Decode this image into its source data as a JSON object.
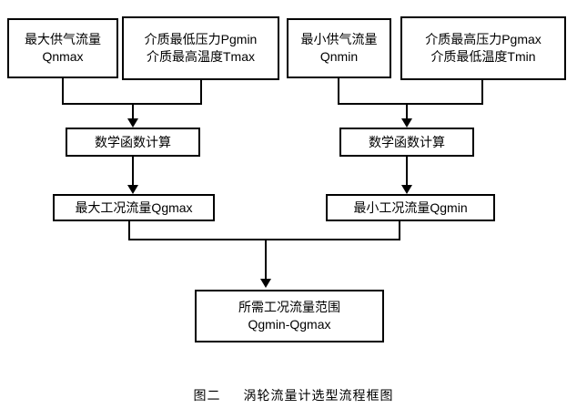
{
  "figure": {
    "caption_label": "图二",
    "caption_title": "涡轮流量计选型流程框图",
    "type": "flowchart",
    "accent_color": "#000000",
    "background_color": "#ffffff"
  },
  "nodes": {
    "qnmax": {
      "line1": "最大供气流量",
      "line2": "Qnmax"
    },
    "pgmin": {
      "line1": "介质最低压力Pgmin",
      "line2": "介质最高温度Tmax"
    },
    "qnmin": {
      "line1": "最小供气流量",
      "line2": "Qnmin"
    },
    "pgmax": {
      "line1": "介质最高压力Pgmax",
      "line2": "介质最低温度Tmin"
    },
    "calc_left": {
      "line1": "数学函数计算"
    },
    "calc_right": {
      "line1": "数学函数计算"
    },
    "qgmax": {
      "line1": "最大工况流量Qgmax"
    },
    "qgmin": {
      "line1": "最小工况流量Qgmin"
    },
    "range": {
      "line1": "所需工况流量范围",
      "line2": "Qgmin-Qgmax"
    }
  },
  "flow": {
    "edges": [
      {
        "from": "qnmax",
        "to": "calc_left",
        "style": "elbow-merge"
      },
      {
        "from": "pgmin",
        "to": "calc_left",
        "style": "straight-merge"
      },
      {
        "from": "qnmin",
        "to": "calc_right",
        "style": "elbow-merge"
      },
      {
        "from": "pgmax",
        "to": "calc_right",
        "style": "straight-merge"
      },
      {
        "from": "calc_left",
        "to": "qgmax",
        "style": "straight-arrow"
      },
      {
        "from": "calc_right",
        "to": "qgmin",
        "style": "straight-arrow"
      },
      {
        "from": "qgmax",
        "to": "range",
        "style": "elbow-merge"
      },
      {
        "from": "qgmin",
        "to": "range",
        "style": "elbow-merge"
      }
    ]
  }
}
